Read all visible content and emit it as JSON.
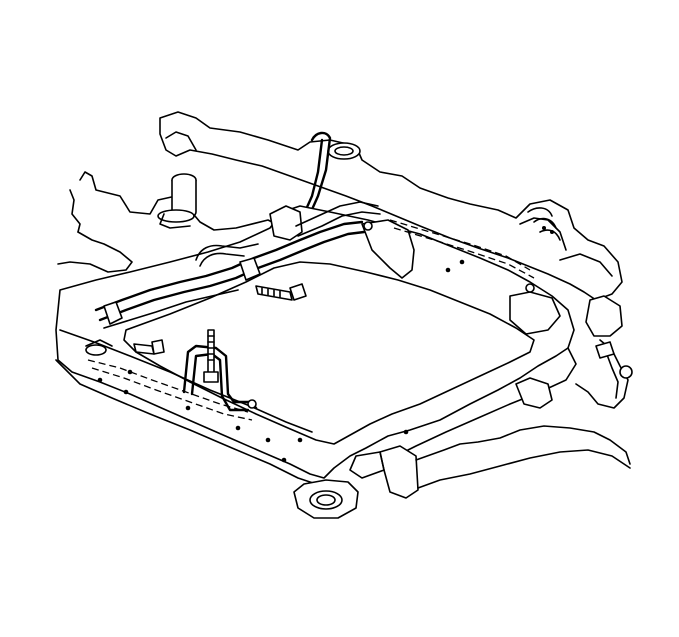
{
  "diagram": {
    "colors": {
      "ink": "#000000",
      "paper": "#ffffff"
    },
    "parts": [
      "front-crossmember-frame",
      "steering-gear",
      "power-steering-lines",
      "line-clip-bolt",
      "line-bracket-bolt",
      "tie-rod-boot",
      "body-mount-left",
      "body-mount-right"
    ]
  }
}
